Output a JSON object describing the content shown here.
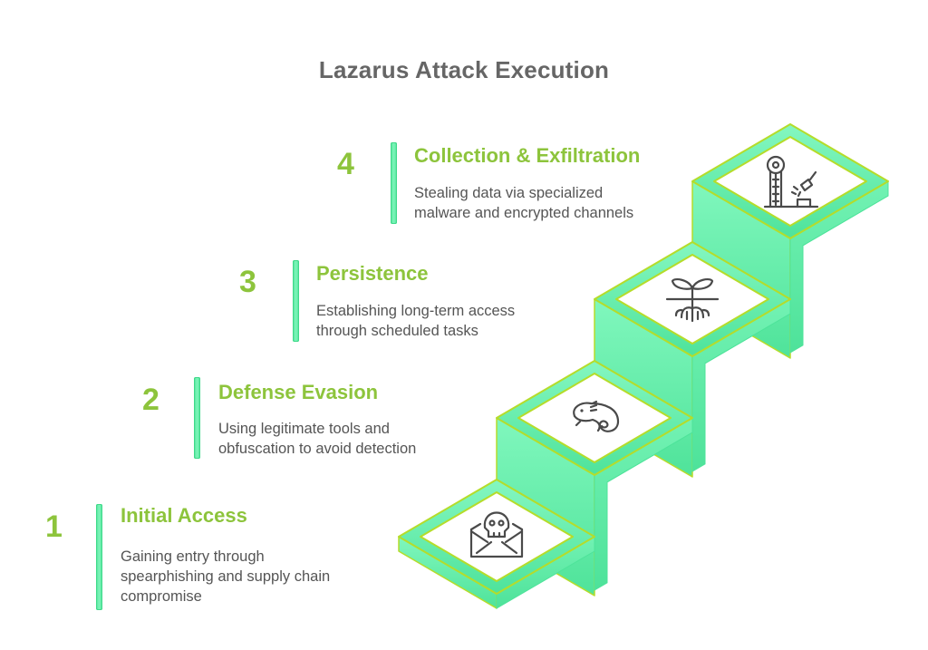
{
  "title": "Lazarus Attack Execution",
  "colors": {
    "accent_green": "#8dc43c",
    "slab_green": "#6ff0b0",
    "slab_dark": "#4fe39a",
    "outline_lime": "#b5dc2a",
    "text_gray": "#555555",
    "title_gray": "#666666"
  },
  "steps": [
    {
      "number": "1",
      "title": "Initial Access",
      "description_lines": [
        "Gaining entry through",
        "spearphishing and supply chain",
        "compromise"
      ],
      "icon": "skull-envelope-icon"
    },
    {
      "number": "2",
      "title": "Defense Evasion",
      "description_lines": [
        "Using legitimate tools and",
        "obfuscation to avoid detection"
      ],
      "icon": "chameleon-icon"
    },
    {
      "number": "3",
      "title": "Persistence",
      "description_lines": [
        "Establishing long-term access",
        "through scheduled tasks"
      ],
      "icon": "rooted-sprout-icon"
    },
    {
      "number": "4",
      "title": "Collection & Exfiltration",
      "description_lines": [
        "Stealing data via specialized",
        "malware and encrypted channels"
      ],
      "icon": "strength-tester-icon"
    }
  ]
}
